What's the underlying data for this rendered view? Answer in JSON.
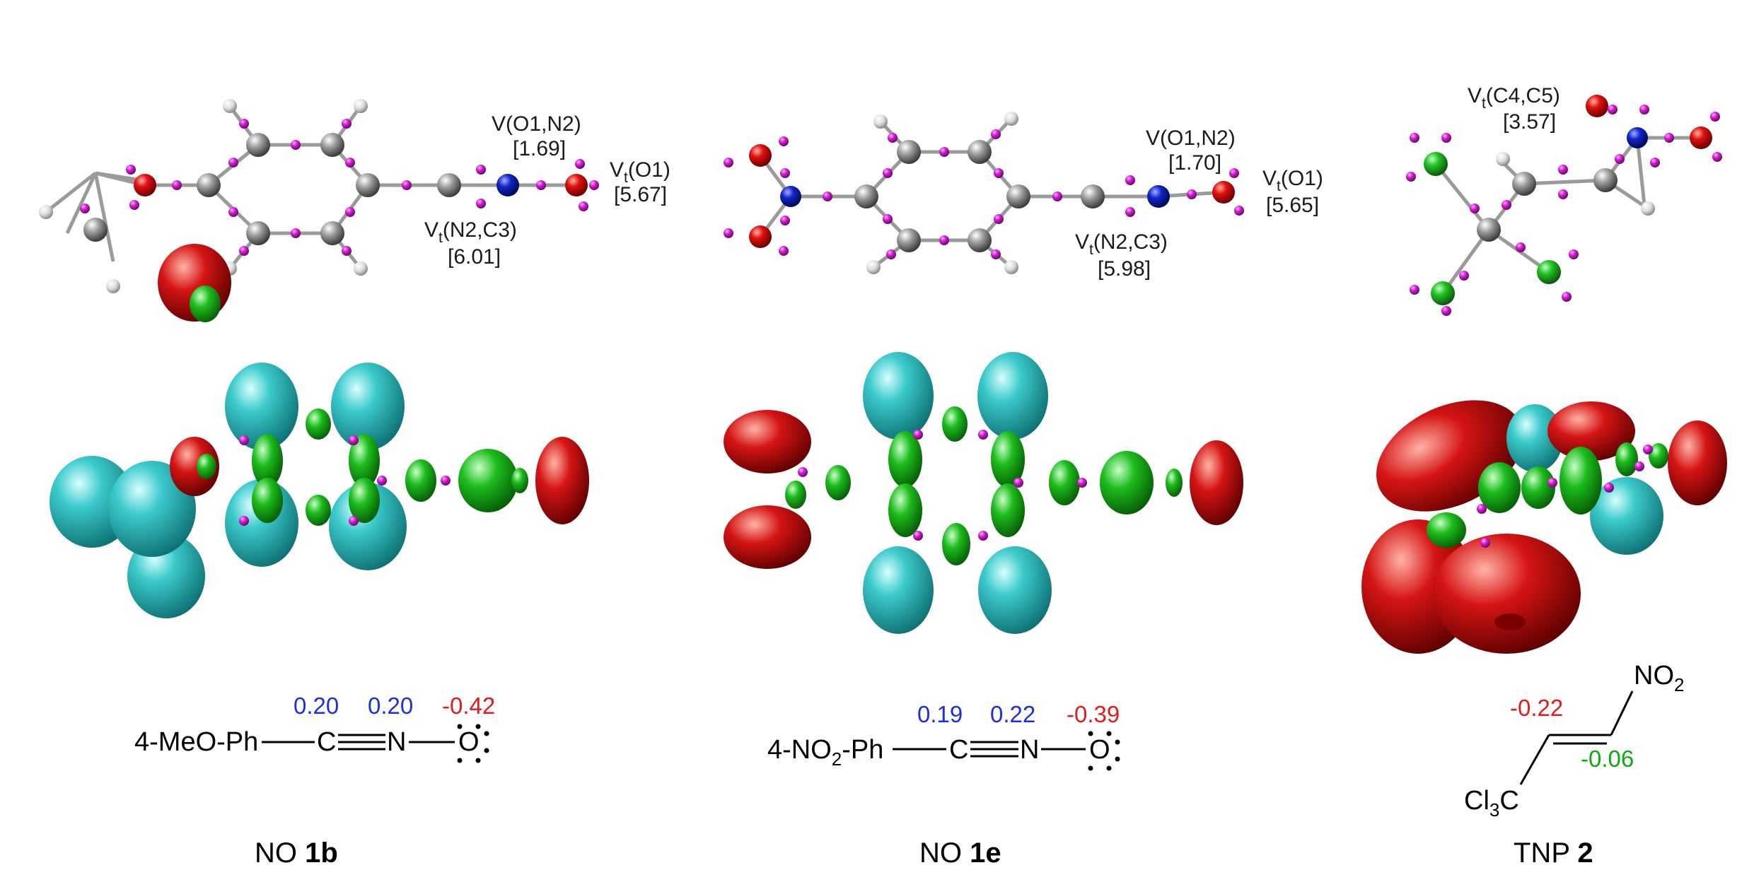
{
  "colors": {
    "carbon": "#8c8c8c",
    "hydrogen": "#e4e4e4",
    "oxygen": "#e01010",
    "nitrogen": "#1226c8",
    "chlorine": "#22c422",
    "attractor": "#d41ad4",
    "iso_cyan": "#2ec4c6",
    "iso_green": "#18b818",
    "iso_red": "#d01212",
    "charge_blue": "#1f2fe0",
    "charge_red": "#e41b1b",
    "charge_green": "#10a810"
  },
  "panels": [
    {
      "name_prefix": "NO",
      "name_bold": "1b",
      "basins": [
        {
          "label": "V(O1,N2)",
          "value": "[1.69]"
        },
        {
          "label": "V",
          "sub": "t",
          "label_rest": "(O1)",
          "value": "[5.67]"
        },
        {
          "label": "V",
          "sub": "t",
          "label_rest": "(N2,C3)",
          "value": "[6.01]"
        }
      ],
      "structure": {
        "group": "4-MeO-Ph",
        "c": "C",
        "n": "N",
        "o": "O"
      },
      "charges": [
        "0.20",
        "0.20",
        "-0.42"
      ]
    },
    {
      "name_prefix": "NO",
      "name_bold": "1e",
      "basins": [
        {
          "label": "V(O1,N2)",
          "value": "[1.70]"
        },
        {
          "label": "V",
          "sub": "t",
          "label_rest": "(O1)",
          "value": "[5.65]"
        },
        {
          "label": "V",
          "sub": "t",
          "label_rest": "(N2,C3)",
          "value": "[5.98]"
        }
      ],
      "structure": {
        "group_a": "4-NO",
        "group_sub": "2",
        "group_b": "-Ph",
        "c": "C",
        "n": "N",
        "o": "O"
      },
      "charges": [
        "0.19",
        "0.22",
        "-0.39"
      ]
    },
    {
      "name_prefix": "TNP",
      "name_bold": "2",
      "basins": [
        {
          "label": "V",
          "sub": "t",
          "label_rest": "(C4,C5)",
          "value": "[3.57]"
        }
      ],
      "structure": {
        "top_a": "NO",
        "top_sub": "2",
        "bottom_a": "Cl",
        "bottom_sub": "3",
        "bottom_b": "C"
      },
      "charges": [
        "-0.22",
        "-0.06"
      ]
    }
  ]
}
